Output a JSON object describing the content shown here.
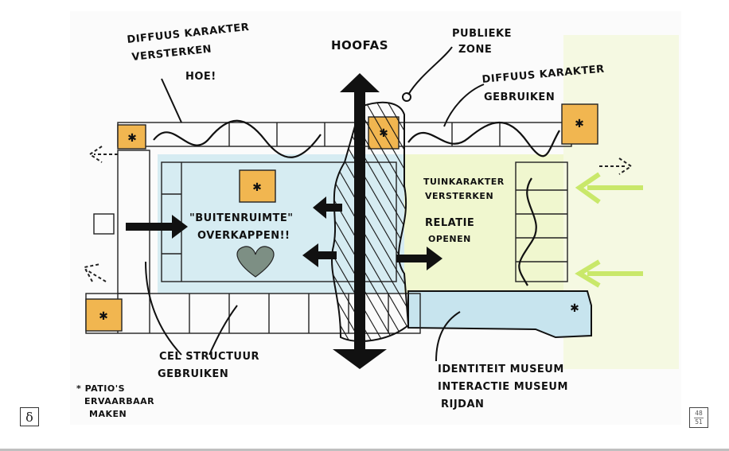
{
  "document": {
    "type": "slide",
    "page": {
      "current": "48",
      "total": "51"
    },
    "logo_glyph": "δ"
  },
  "sketch": {
    "title_axis": "HOOFAS",
    "annotations": {
      "diffuus_top_left": [
        "DIFFUUS KARAKTER",
        "VERSTERKEN",
        "HOE!"
      ],
      "publieke_zone": [
        "PUBLIEKE",
        "ZONE"
      ],
      "diffuus_top_right": [
        "DIFFUUS KARAKTER",
        "GEBRUIKEN"
      ],
      "tuin": [
        "TUINKARAKTER",
        "VERSTERKEN"
      ],
      "relatie": [
        "RELATIE",
        "OPENEN"
      ],
      "buitenruimte": [
        "\"BUITENRUIMTE\"",
        "OVERKAPPEN!!"
      ],
      "cel_structuur": [
        "CEL STRUCTUUR",
        "GEBRUIKEN"
      ],
      "identiteit": [
        "IDENTITEIT MUSEUM",
        "INTERACTIE MUSEUM",
        "RIJDAN"
      ],
      "patios": [
        "* PATIO'S",
        "ERVAARBAAR",
        "MAKEN"
      ]
    },
    "colors": {
      "ink": "#111111",
      "blue_wash": "#cfe6ee",
      "orange_wash": "#f1b650",
      "yellow_green_wash": "#eef5c2",
      "green_arrow": "#c9e86a",
      "heart": "#7d8f84"
    }
  }
}
